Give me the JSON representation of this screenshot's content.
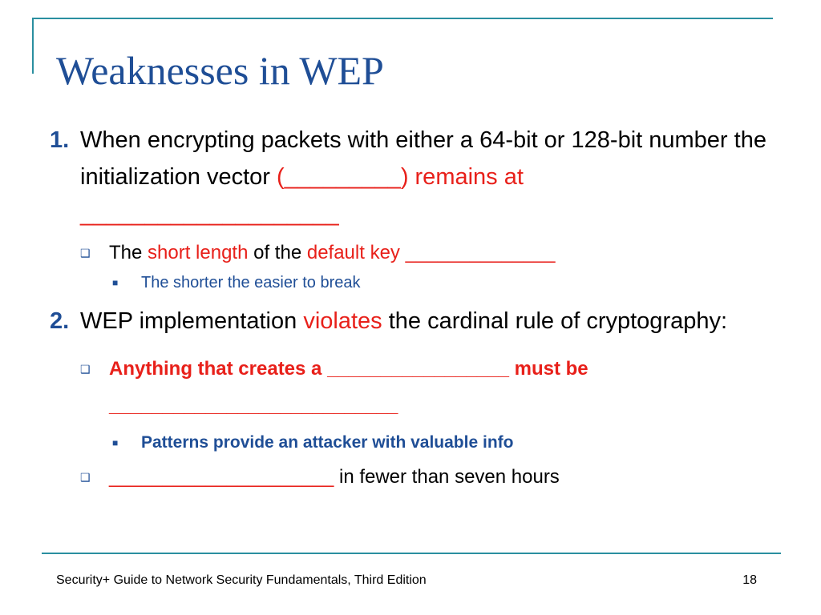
{
  "slide": {
    "title": "Weaknesses in WEP",
    "p1": {
      "num": "1.",
      "text_a": "When encrypting packets with either a 64-bit or 128-bit number the  initialization vector ",
      "text_b_red": "(_________) remains at ____________________"
    },
    "b1": {
      "bullet": "❑",
      "the": "The ",
      "short_length": "short length",
      "of_the": " of the ",
      "default_key": "default key ______________"
    },
    "s1": {
      "bullet": "■",
      "text": "The shorter the easier to break"
    },
    "p2": {
      "num": "2.",
      "text_a": "WEP implementation ",
      "violates": "violates",
      "text_b": " the cardinal rule of cryptography:"
    },
    "b2": {
      "bullet": "❑",
      "text": "Anything that creates a _________________ must be ___________________________"
    },
    "s2": {
      "bullet": "■",
      "text": "Patterns provide an attacker with valuable info"
    },
    "b3": {
      "bullet": "❑",
      "blank": "_____________________",
      "text": " in fewer than seven hours"
    },
    "footer": "Security+ Guide to Network Security Fundamentals, Third Edition",
    "page_number": "18"
  },
  "colors": {
    "accent": "#2a8fa0",
    "title_blue": "#1f4e96",
    "red": "#e8201a"
  }
}
